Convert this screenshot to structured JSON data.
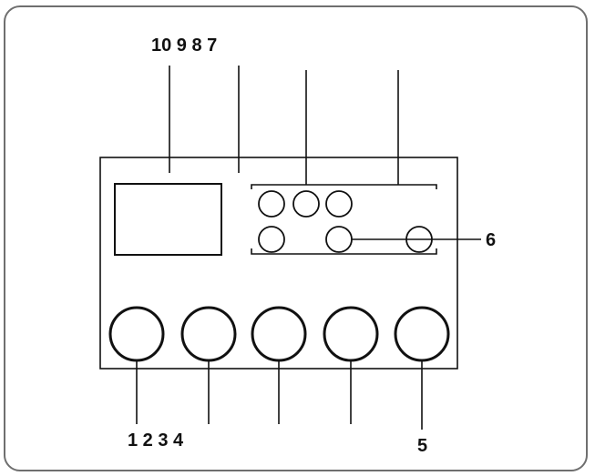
{
  "labels": {
    "top": "10 9 8 7",
    "bottom": "1 2 3 4",
    "five": "5",
    "six": "6"
  },
  "colors": {
    "line": "#111111",
    "frame": "#6f6f6f"
  },
  "components": {
    "display_count": 1,
    "small_buttons": 6,
    "large_knobs": 5
  }
}
